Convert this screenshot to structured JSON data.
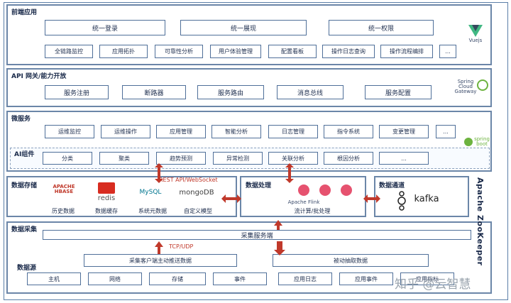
{
  "frontend": {
    "title": "前端应用",
    "top_boxes": [
      "统一登录",
      "统一展现",
      "统一权限"
    ],
    "boxes": [
      "全链路监控",
      "应用拓扑",
      "可靠性分析",
      "用户体验管理",
      "配置看板",
      "操作日志查询",
      "操作流程编排",
      "..."
    ],
    "logo": "Vuejs"
  },
  "gateway": {
    "title": "API 网关/能力开放",
    "boxes": [
      "服务注册",
      "断路器",
      "服务路由",
      "消息总线",
      "服务配置"
    ],
    "logo": "Spring Cloud Gateway"
  },
  "microservice": {
    "title": "微服务",
    "boxes": [
      "运维监控",
      "运维操作",
      "应用管理",
      "智能分析",
      "日志管理",
      "指令系统",
      "变更管理",
      "..."
    ],
    "logo": "spring boot"
  },
  "ai": {
    "title": "AI组件",
    "boxes": [
      "分类",
      "聚类",
      "趋势预测",
      "异常检测",
      "关联分析",
      "根因分析",
      "..."
    ]
  },
  "storage": {
    "title": "数据存储",
    "items": [
      {
        "logo": "APACHE HBASE",
        "label": "历史数据"
      },
      {
        "logo": "redis",
        "label": "数据缓存"
      },
      {
        "logo": "MySQL",
        "label": "系统元数据"
      },
      {
        "logo": "mongoDB",
        "label": "自定义模型"
      }
    ]
  },
  "processing": {
    "title": "数据处理",
    "logo": "Apache Flink",
    "label": "流计算/批处理"
  },
  "channel": {
    "title": "数据通道",
    "logo": "kafka"
  },
  "arrow_labels": {
    "rest": "REST API/WebSocket",
    "tcp": "TCP/UDP"
  },
  "collection": {
    "title": "数据采集",
    "server": "采集服务端",
    "client": "采集客户端主动推送数据",
    "passive": "被动抽取数据"
  },
  "sources": {
    "title": "数据源",
    "boxes": [
      "主机",
      "网络",
      "存储",
      "事件",
      "应用日志",
      "应用事件",
      "应用指标"
    ]
  },
  "side_label": "Apache ZooKeeper",
  "watermark": "知乎 @云智慧",
  "colors": {
    "border": "#4f6f99",
    "arrow": "#c0392b"
  }
}
